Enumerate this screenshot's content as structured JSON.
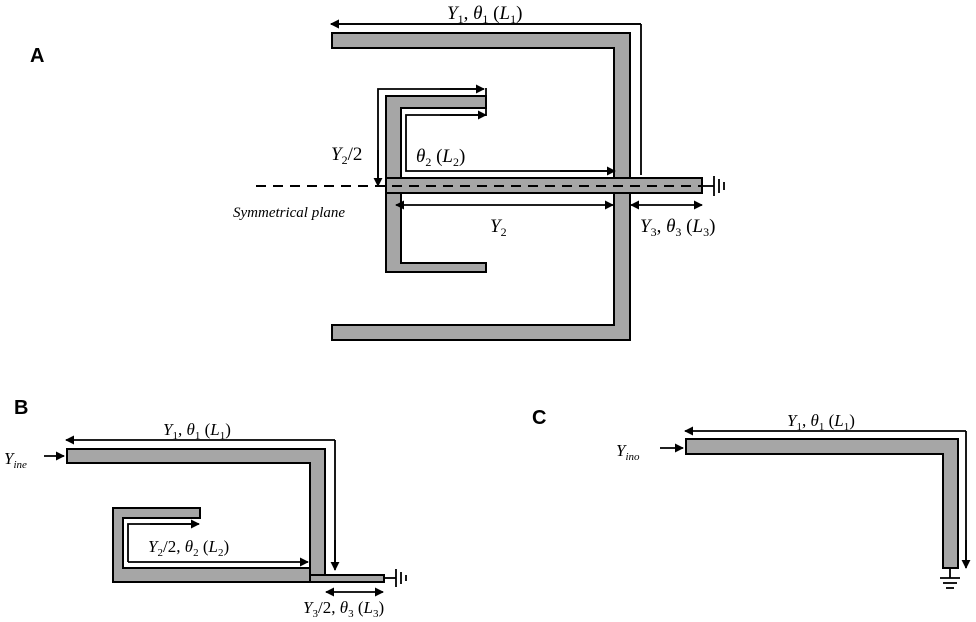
{
  "panels": {
    "a": {
      "letter": "A",
      "y1_label": {
        "Y": "Y",
        "sub": "1",
        "theta": "θ",
        "tsub": "1",
        "L": "L",
        "lsub": "1"
      },
      "y2half_label": {
        "Y": "Y",
        "sub": "2",
        "rest": "/2"
      },
      "theta2_label": {
        "theta": "θ",
        "tsub": "2",
        "L": "L",
        "lsub": "2"
      },
      "sym_plane": "Symmetrical plane",
      "y2_label": {
        "Y": "Y",
        "sub": "2"
      },
      "y3_label": {
        "Y": "Y",
        "sub": "3",
        "theta": "θ",
        "tsub": "3",
        "L": "L",
        "lsub": "3"
      }
    },
    "b": {
      "letter": "B",
      "yin_label": {
        "Y": "Y",
        "sub": "ine"
      },
      "y1_label": {
        "Y": "Y",
        "sub": "1",
        "theta": "θ",
        "tsub": "1",
        "L": "L",
        "lsub": "1"
      },
      "y2_label": {
        "Y": "Y",
        "sub": "2",
        "rest": "/2,",
        "theta": "θ",
        "tsub": "2",
        "L": "L",
        "lsub": "2"
      },
      "y3_label": {
        "Y": "Y",
        "sub": "3",
        "rest": "/2,",
        "theta": "θ",
        "tsub": "3",
        "L": "L",
        "lsub": "3"
      }
    },
    "c": {
      "letter": "C",
      "yin_label": {
        "Y": "Y",
        "sub": "ino"
      },
      "y1_label": {
        "Y": "Y",
        "sub": "1",
        "theta": "θ",
        "tsub": "1",
        "L": "L",
        "lsub": "1"
      }
    }
  }
}
